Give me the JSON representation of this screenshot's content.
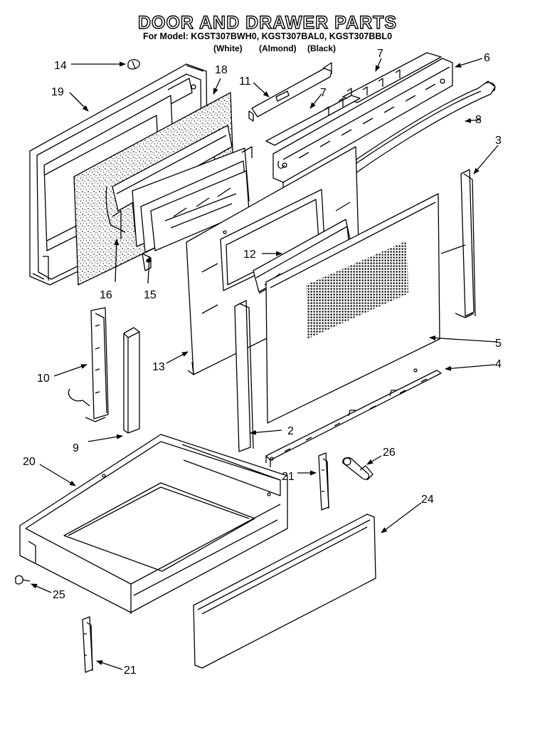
{
  "header": {
    "title": "DOOR AND DRAWER PARTS",
    "models": "For Model: KGST307BWH0, KGST307BAL0, KGST307BBL0",
    "colors": [
      "(White)",
      "(Almond)",
      "(Black)"
    ]
  },
  "parts": [
    {
      "id": "p2",
      "num": "2"
    },
    {
      "id": "p3",
      "num": "3"
    },
    {
      "id": "p4",
      "num": "4"
    },
    {
      "id": "p5",
      "num": "5"
    },
    {
      "id": "p6",
      "num": "6"
    },
    {
      "id": "p7a",
      "num": "7"
    },
    {
      "id": "p7b",
      "num": "7"
    },
    {
      "id": "p8",
      "num": "8"
    },
    {
      "id": "p9",
      "num": "9"
    },
    {
      "id": "p10",
      "num": "10"
    },
    {
      "id": "p11",
      "num": "11"
    },
    {
      "id": "p12",
      "num": "12"
    },
    {
      "id": "p13",
      "num": "13"
    },
    {
      "id": "p14",
      "num": "14"
    },
    {
      "id": "p15",
      "num": "15"
    },
    {
      "id": "p16",
      "num": "16"
    },
    {
      "id": "p18",
      "num": "18"
    },
    {
      "id": "p19",
      "num": "19"
    },
    {
      "id": "p20",
      "num": "20"
    },
    {
      "id": "p21a",
      "num": "21"
    },
    {
      "id": "p21b",
      "num": "21"
    },
    {
      "id": "p24",
      "num": "24"
    },
    {
      "id": "p25",
      "num": "25"
    },
    {
      "id": "p26",
      "num": "26"
    }
  ]
}
